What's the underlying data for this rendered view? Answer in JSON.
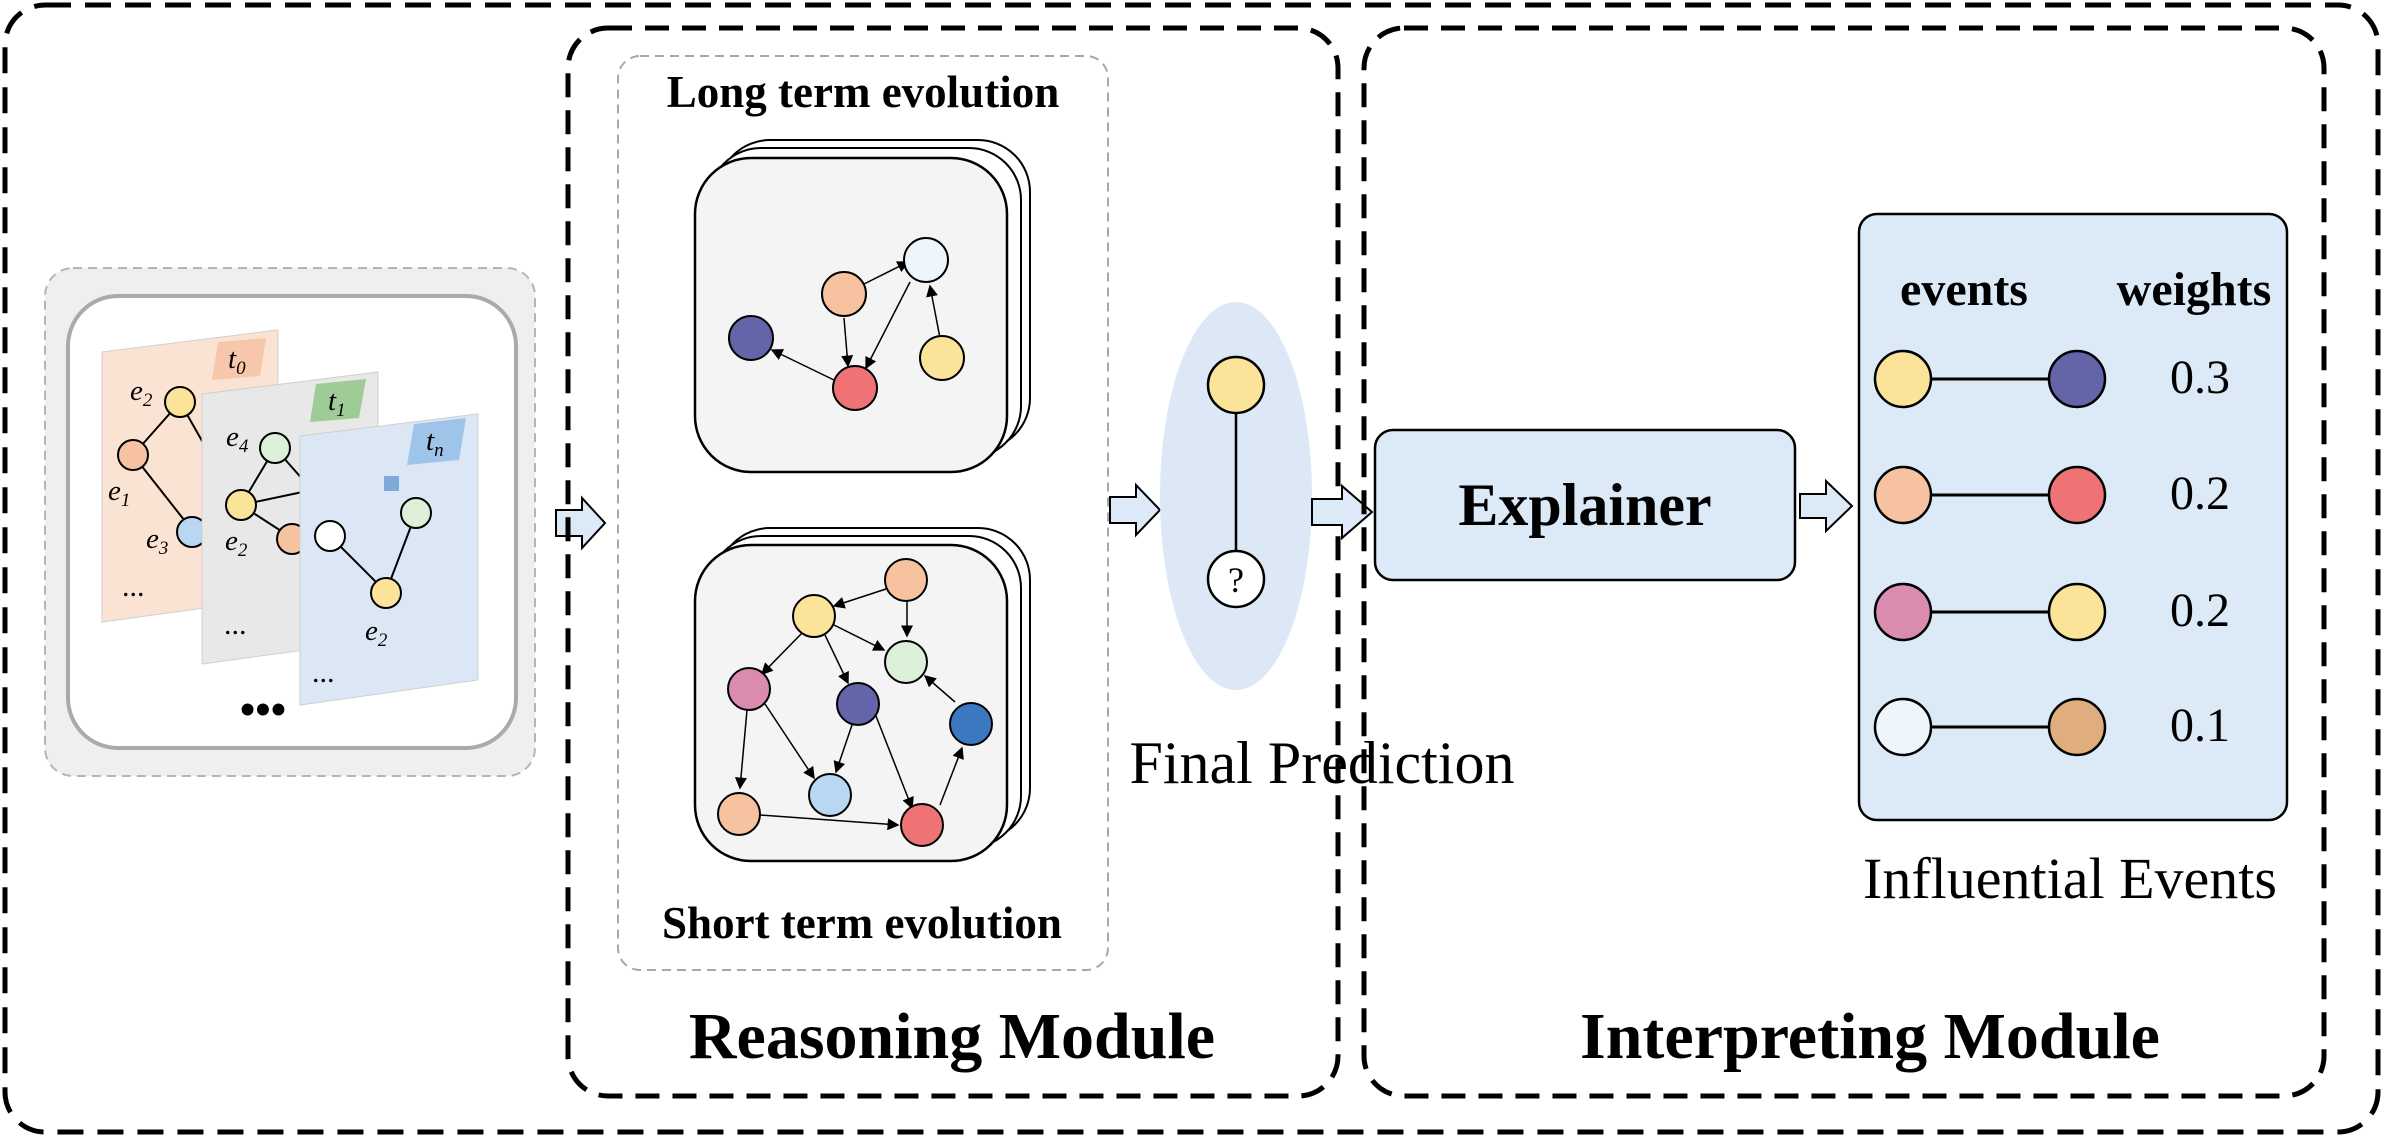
{
  "input": {
    "snapshot_labels": [
      {
        "base": "t",
        "sub": "0"
      },
      {
        "base": "t",
        "sub": "1"
      },
      {
        "base": "t",
        "sub": "n"
      }
    ],
    "node_labels": [
      {
        "base": "e",
        "sub": "2"
      },
      {
        "base": "e",
        "sub": "1"
      },
      {
        "base": "e",
        "sub": "3"
      },
      {
        "base": "e",
        "sub": "4"
      },
      {
        "base": "e",
        "sub": "2"
      },
      {
        "base": "e",
        "sub": "2"
      }
    ],
    "ellipsis_small": "...",
    "ellipsis_large": "•••"
  },
  "reasoning": {
    "long_term_label": "Long term evolution",
    "short_term_label": "Short term evolution",
    "module_title": "Reasoning Module"
  },
  "prediction": {
    "unknown_symbol": "?",
    "caption": "Final Prediction"
  },
  "interpreting": {
    "explainer_label": "Explainer",
    "table_header_events": "events",
    "table_header_weights": "weights",
    "rows": [
      {
        "from_color": "#fbe39a",
        "to_color": "#6465a8",
        "weight": "0.3"
      },
      {
        "from_color": "#f7c2a0",
        "to_color": "#ef7374",
        "weight": "0.2"
      },
      {
        "from_color": "#d98cb0",
        "to_color": "#fbe39a",
        "weight": "0.2"
      },
      {
        "from_color": "#eef5fb",
        "to_color": "#dfad7e",
        "weight": "0.1"
      }
    ],
    "caption": "Influential Events",
    "module_title": "Interpreting Module"
  },
  "colors": {
    "snapshot_0": "#fbe3d3",
    "snapshot_1": "#e8e8e8",
    "snapshot_n": "#dbe7f5",
    "label_0": "#f6c7aa",
    "label_1": "#9fcb97",
    "label_n": "#9fc4ea",
    "panel_blue": "#dce9f7",
    "prediction_ellipse": "#dde8f6",
    "node_yellow": "#fbe39a",
    "node_orange": "#f7c2a0",
    "node_red": "#ef7374",
    "node_navy": "#6465a8",
    "node_pink": "#d98cb0",
    "node_light": "#eef5fb",
    "node_tan": "#dfad7e",
    "node_green": "#dcefd8",
    "node_lightblue": "#b9d6f2",
    "node_blue": "#3c78c0"
  }
}
